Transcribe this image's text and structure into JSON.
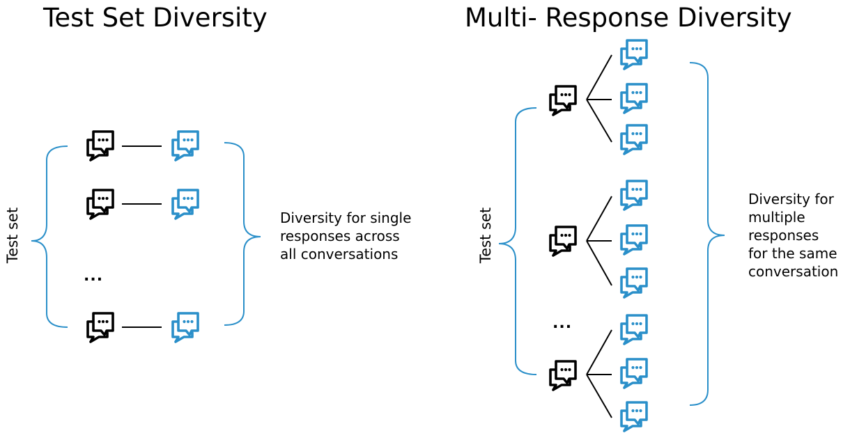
{
  "left_panel": {
    "title": "Test Set Diversity",
    "axis_label": "Test set",
    "ellipsis": "...",
    "caption_lines": [
      "Diversity for single",
      "responses across",
      "all conversations"
    ]
  },
  "right_panel": {
    "title": "Multi- Response Diversity",
    "axis_label": "Test set",
    "ellipsis": "...",
    "caption_lines": [
      "Diversity for",
      "multiple",
      "responses",
      "for the same",
      "conversation"
    ]
  },
  "colors": {
    "conversation_icon": "#000000",
    "response_icon": "#2a8fc9",
    "bracket": "#2a8fc9"
  },
  "icons": {
    "conversation": "chat-bubbles-icon",
    "response": "chat-bubbles-icon"
  }
}
